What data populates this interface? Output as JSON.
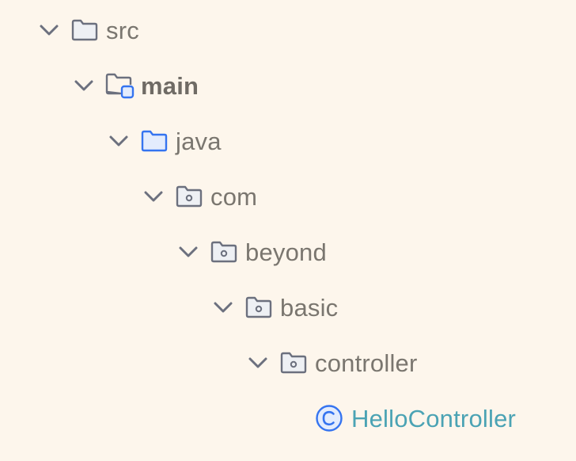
{
  "tree": {
    "nodes": [
      {
        "label": "src",
        "icon": "folder-icon",
        "expanded": true
      },
      {
        "label": "main",
        "icon": "module-folder-icon",
        "expanded": true
      },
      {
        "label": "java",
        "icon": "source-root-folder-icon",
        "expanded": true
      },
      {
        "label": "com",
        "icon": "package-folder-icon",
        "expanded": true
      },
      {
        "label": "beyond",
        "icon": "package-folder-icon",
        "expanded": true
      },
      {
        "label": "basic",
        "icon": "package-folder-icon",
        "expanded": true
      },
      {
        "label": "controller",
        "icon": "package-folder-icon",
        "expanded": true
      },
      {
        "label": "HelloController",
        "icon": "class-icon",
        "expanded": null
      }
    ]
  },
  "colors": {
    "background": "#fdf6ec",
    "text": "#7a766f",
    "folder_stroke": "#6c707e",
    "source_root_blue": "#3574f0",
    "class_cyan": "#4ba3b4"
  }
}
